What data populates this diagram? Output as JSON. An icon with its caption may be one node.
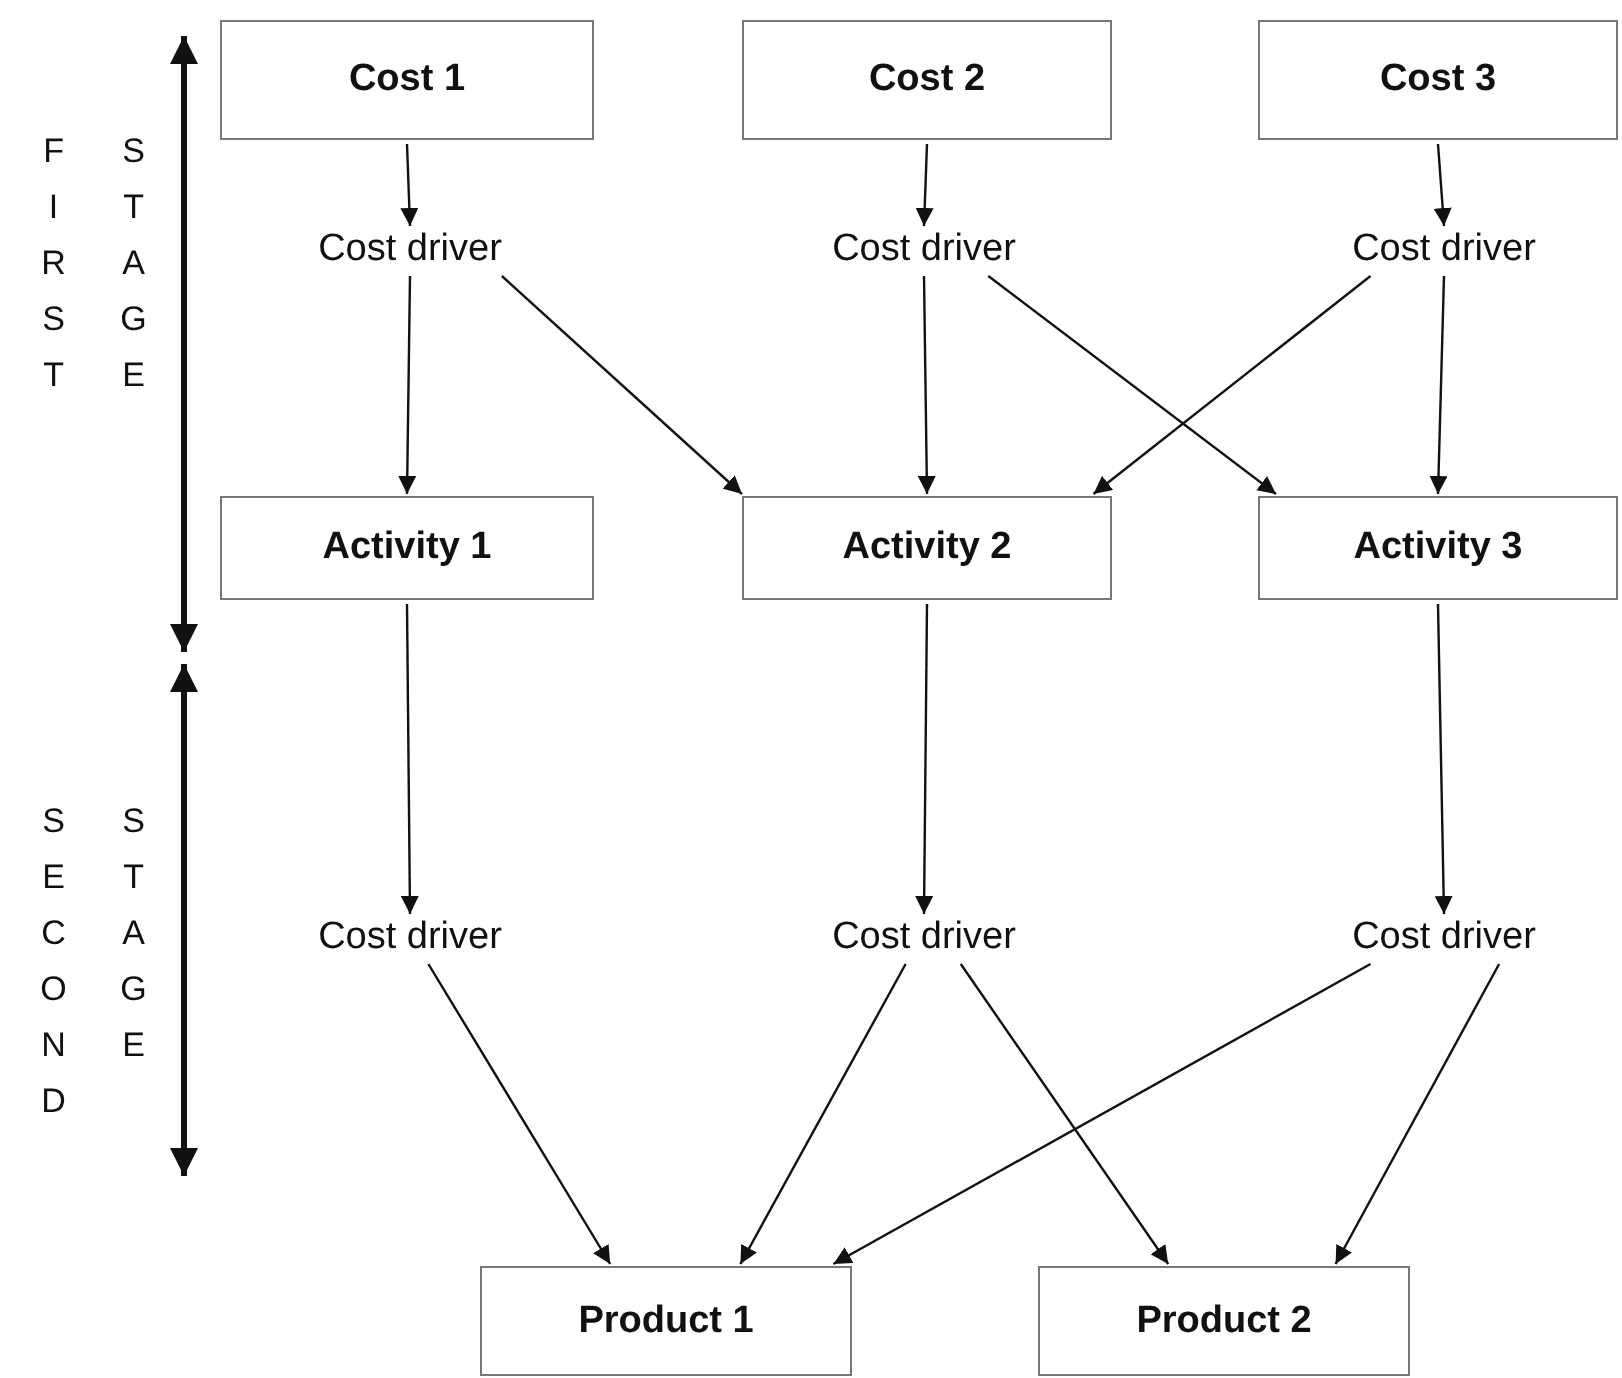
{
  "diagram": {
    "nodes": [
      {
        "text": [
          "Cost 1"
        ]
      },
      {
        "text": [
          "Cost 2"
        ]
      },
      {
        "text": [
          "Cost 3"
        ]
      },
      {
        "text": [
          "Cost driver"
        ]
      },
      {
        "text": [
          "Cost driver"
        ]
      },
      {
        "text": [
          "Cost driver"
        ]
      },
      {
        "text": [
          "Activity 1"
        ]
      },
      {
        "text": [
          "Activity 2"
        ]
      },
      {
        "text": [
          "Activity 3"
        ]
      },
      {
        "text": [
          "Cost driver"
        ]
      },
      {
        "text": [
          "Cost driver"
        ]
      },
      {
        "text": [
          "Cost driver"
        ]
      },
      {
        "text": [
          "Product 1"
        ]
      },
      {
        "text": [
          "Product 2"
        ]
      }
    ],
    "edges": [
      {
        "from": 0,
        "to": 3,
        "arrow": "to"
      },
      {
        "from": 1,
        "to": 4,
        "arrow": "to"
      },
      {
        "from": 2,
        "to": 5,
        "arrow": "to"
      },
      {
        "from": 3,
        "to": 6,
        "arrow": "to"
      },
      {
        "from": 3,
        "to": 7,
        "arrow": "to"
      },
      {
        "from": 4,
        "to": 7,
        "arrow": "to"
      },
      {
        "from": 4,
        "to": 8,
        "arrow": "to"
      },
      {
        "from": 5,
        "to": 7,
        "arrow": "to"
      },
      {
        "from": 5,
        "to": 8,
        "arrow": "to"
      },
      {
        "from": 6,
        "to": 9,
        "arrow": "to"
      },
      {
        "from": 7,
        "to": 10,
        "arrow": "to"
      },
      {
        "from": 8,
        "to": 11,
        "arrow": "to"
      },
      {
        "from": 9,
        "to": 12,
        "arrow": "to"
      },
      {
        "from": 10,
        "to": 12,
        "arrow": "to"
      },
      {
        "from": 10,
        "to": 13,
        "arrow": "to"
      },
      {
        "from": 11,
        "to": 12,
        "arrow": "to"
      },
      {
        "from": 11,
        "to": 13,
        "arrow": "to"
      }
    ],
    "labels": [
      "FIRST",
      "STAGE",
      "SECOND",
      "STAGE"
    ]
  }
}
